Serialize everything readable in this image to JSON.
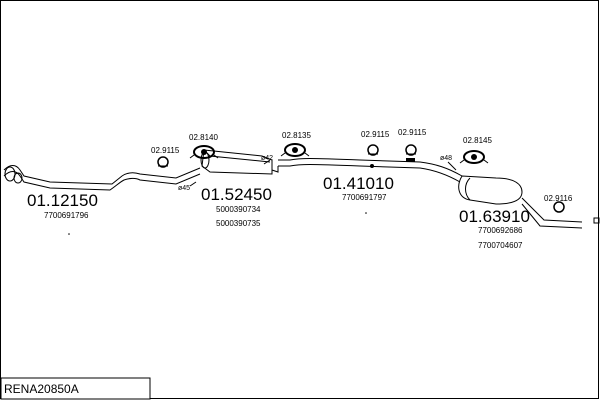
{
  "parts": {
    "front_pipe": {
      "code": "01.12150",
      "refs": [
        "7700691796"
      ]
    },
    "middle_silencer": {
      "code": "01.52450",
      "refs": [
        "5000390734",
        "5000390735"
      ]
    },
    "center_pipe": {
      "code": "01.41010",
      "refs": [
        "7700691797"
      ]
    },
    "rear_silencer": {
      "code": "01.63910",
      "refs": [
        "7700692686",
        "7700704607"
      ]
    }
  },
  "hardware": {
    "clamp_1": "02.9115",
    "hanger_1": "02.8140",
    "hanger_2": "02.8135",
    "clamp_2": "02.9115",
    "clamp_3": "02.9115",
    "hanger_3": "02.8145",
    "clamp_4": "02.9116"
  },
  "diameters": {
    "d1": "ø45",
    "d2": "ø42",
    "d3": "ø48"
  },
  "kit_code": "RENA20850A"
}
